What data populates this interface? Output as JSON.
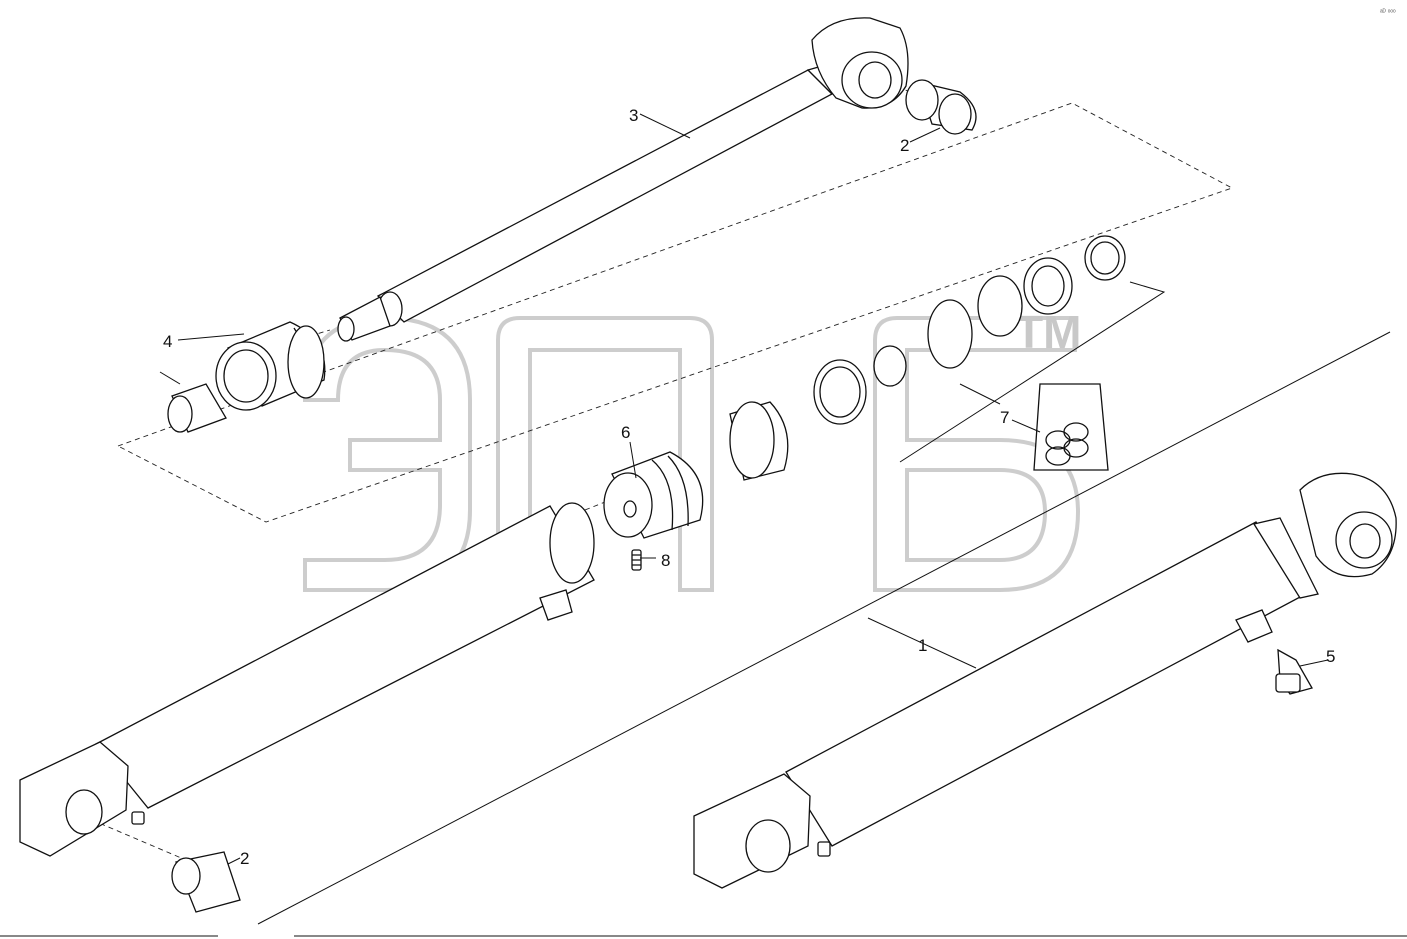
{
  "diagram": {
    "watermark": {
      "text": "элб",
      "trademark": "TM"
    },
    "corner_mark": "ᵃᴰ ᵒᵒᵒ",
    "callouts": [
      {
        "id": "callout-1",
        "label": "1"
      },
      {
        "id": "callout-2-top",
        "label": "2"
      },
      {
        "id": "callout-2-bottom",
        "label": "2"
      },
      {
        "id": "callout-3",
        "label": "3"
      },
      {
        "id": "callout-4",
        "label": "4"
      },
      {
        "id": "callout-5",
        "label": "5"
      },
      {
        "id": "callout-6",
        "label": "6"
      },
      {
        "id": "callout-7",
        "label": "7"
      },
      {
        "id": "callout-8",
        "label": "8"
      }
    ]
  }
}
